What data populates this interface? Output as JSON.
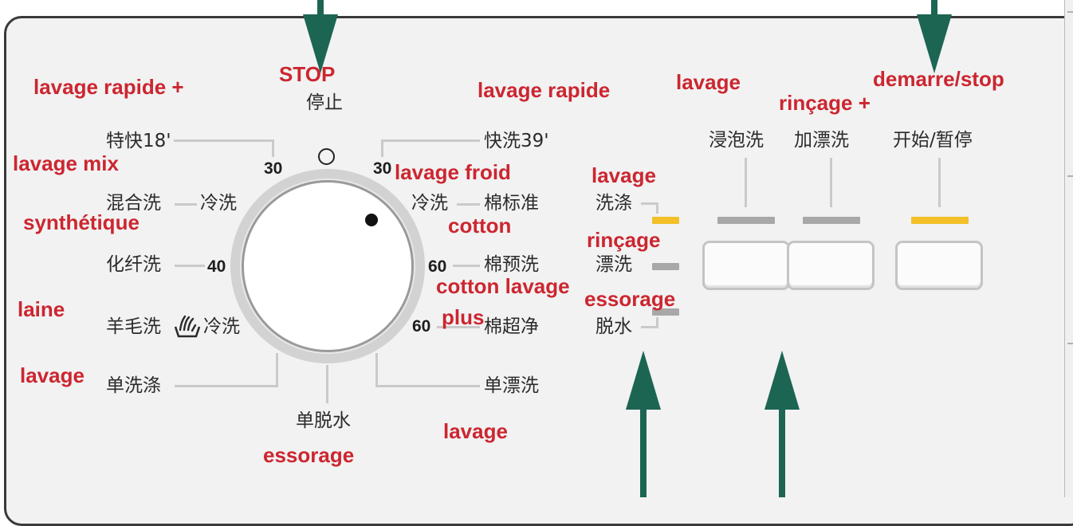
{
  "dial": {
    "stop": "停止",
    "p_quick18": "特快18'",
    "p_mixed": "混合洗",
    "p_mixed_cold": "冷洗",
    "p_synthetic": "化纤洗",
    "p_synthetic_40": "40",
    "p_wool": "羊毛洗",
    "p_wool_cold": "冷洗",
    "p_wash_only": "单洗涤",
    "p_spin_only": "单脱水",
    "p_rinse_only": "单漂洗",
    "p_cotton_intensive": "棉超净",
    "p_cotton_intensive_60": "60",
    "p_cotton_prewash": "棉预洗",
    "p_cotton_prewash_60": "60",
    "p_cotton_cold": "冷洗",
    "p_cotton_std": "棉标准",
    "p_quick39": "快洗39'",
    "p_quick39_30": "30",
    "p_quick18_30": "30"
  },
  "indicators": {
    "wash": "洗涤",
    "rinse": "漂洗",
    "spin": "脱水"
  },
  "buttons": {
    "soak": "浸泡洗",
    "extra_rinse": "加漂洗",
    "start_pause": "开始/暂停"
  },
  "annotations": {
    "stop": "STOP",
    "quick_plus": "lavage rapide +",
    "quick": "lavage rapide",
    "mix": "lavage mix",
    "cold_wash": "lavage froid",
    "synthetic": "synthétique",
    "cotton": "cotton",
    "cotton_wash": "cotton lavage",
    "plus": "plus",
    "wool": "laine",
    "wash_left": "lavage",
    "spin_bottom": "essorage",
    "wash_bottom": "lavage",
    "ind_wash": "lavage",
    "ind_rinse": "rinçage",
    "ind_spin": "essorage",
    "btn_wash": "lavage",
    "btn_rinse_plus": "rinçage +",
    "btn_start": "demarre/stop"
  },
  "colors": {
    "annotation_red": "#cc2630",
    "arrow_green": "#1c6553",
    "led_active": "#f3c02a",
    "led_inactive": "#a8a8a8"
  }
}
